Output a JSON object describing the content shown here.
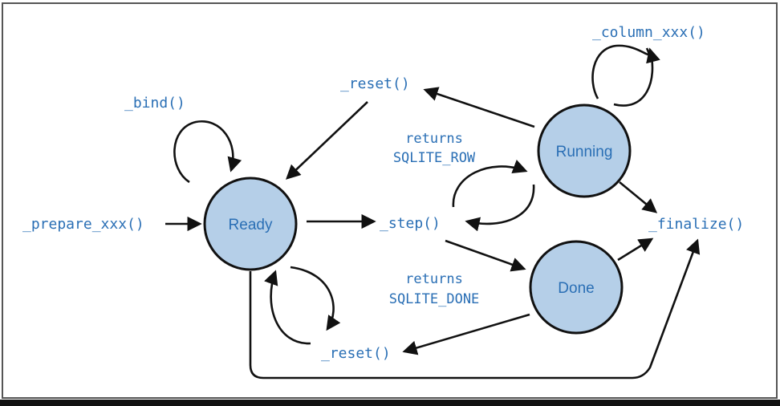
{
  "nodes": {
    "ready": "Ready",
    "running": "Running",
    "done": "Done"
  },
  "labels": {
    "prepare": "_prepare_xxx()",
    "bind": "_bind()",
    "reset_top": "_reset()",
    "reset_bottom": "_reset()",
    "step": "_step()",
    "column": "_column_xxx()",
    "finalize": "_finalize()",
    "returns_row_1": "returns",
    "returns_row_2": "SQLITE_ROW",
    "returns_done_1": "returns",
    "returns_done_2": "SQLITE_DONE"
  },
  "colors": {
    "node_fill": "#b5cfe8",
    "text": "#2a6fb5",
    "stroke": "#111111"
  }
}
